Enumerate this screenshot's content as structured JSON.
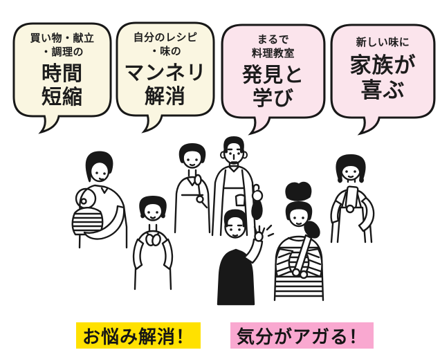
{
  "bubbles": [
    {
      "small": "買い物・献立\n・調理の",
      "big": "時間\n短縮",
      "fill": "#FAF6E1"
    },
    {
      "small": "自分のレシピ\n・味の",
      "big": "マンネリ\n解消",
      "fill": "#FAF6E1"
    },
    {
      "small": "まるで\n料理教室",
      "big": "発見と\n学び",
      "fill": "#FBE4EC"
    },
    {
      "small": "新しい味に",
      "big": "家族が\n喜ぶ",
      "fill": "#FBE4EC"
    }
  ],
  "labels": [
    {
      "text": "お悩み解消！",
      "bg": "#FFE100"
    },
    {
      "text": "気分がアガる！",
      "bg": "#F9A8D0"
    }
  ],
  "illustration": {
    "people": [
      "mother-holding-baby",
      "woman-clasped-hands",
      "woman-holding-spoon",
      "man-thumbs-up-whisk",
      "person-pointing",
      "woman-bun-spatula",
      "woman-holding-phone"
    ]
  }
}
